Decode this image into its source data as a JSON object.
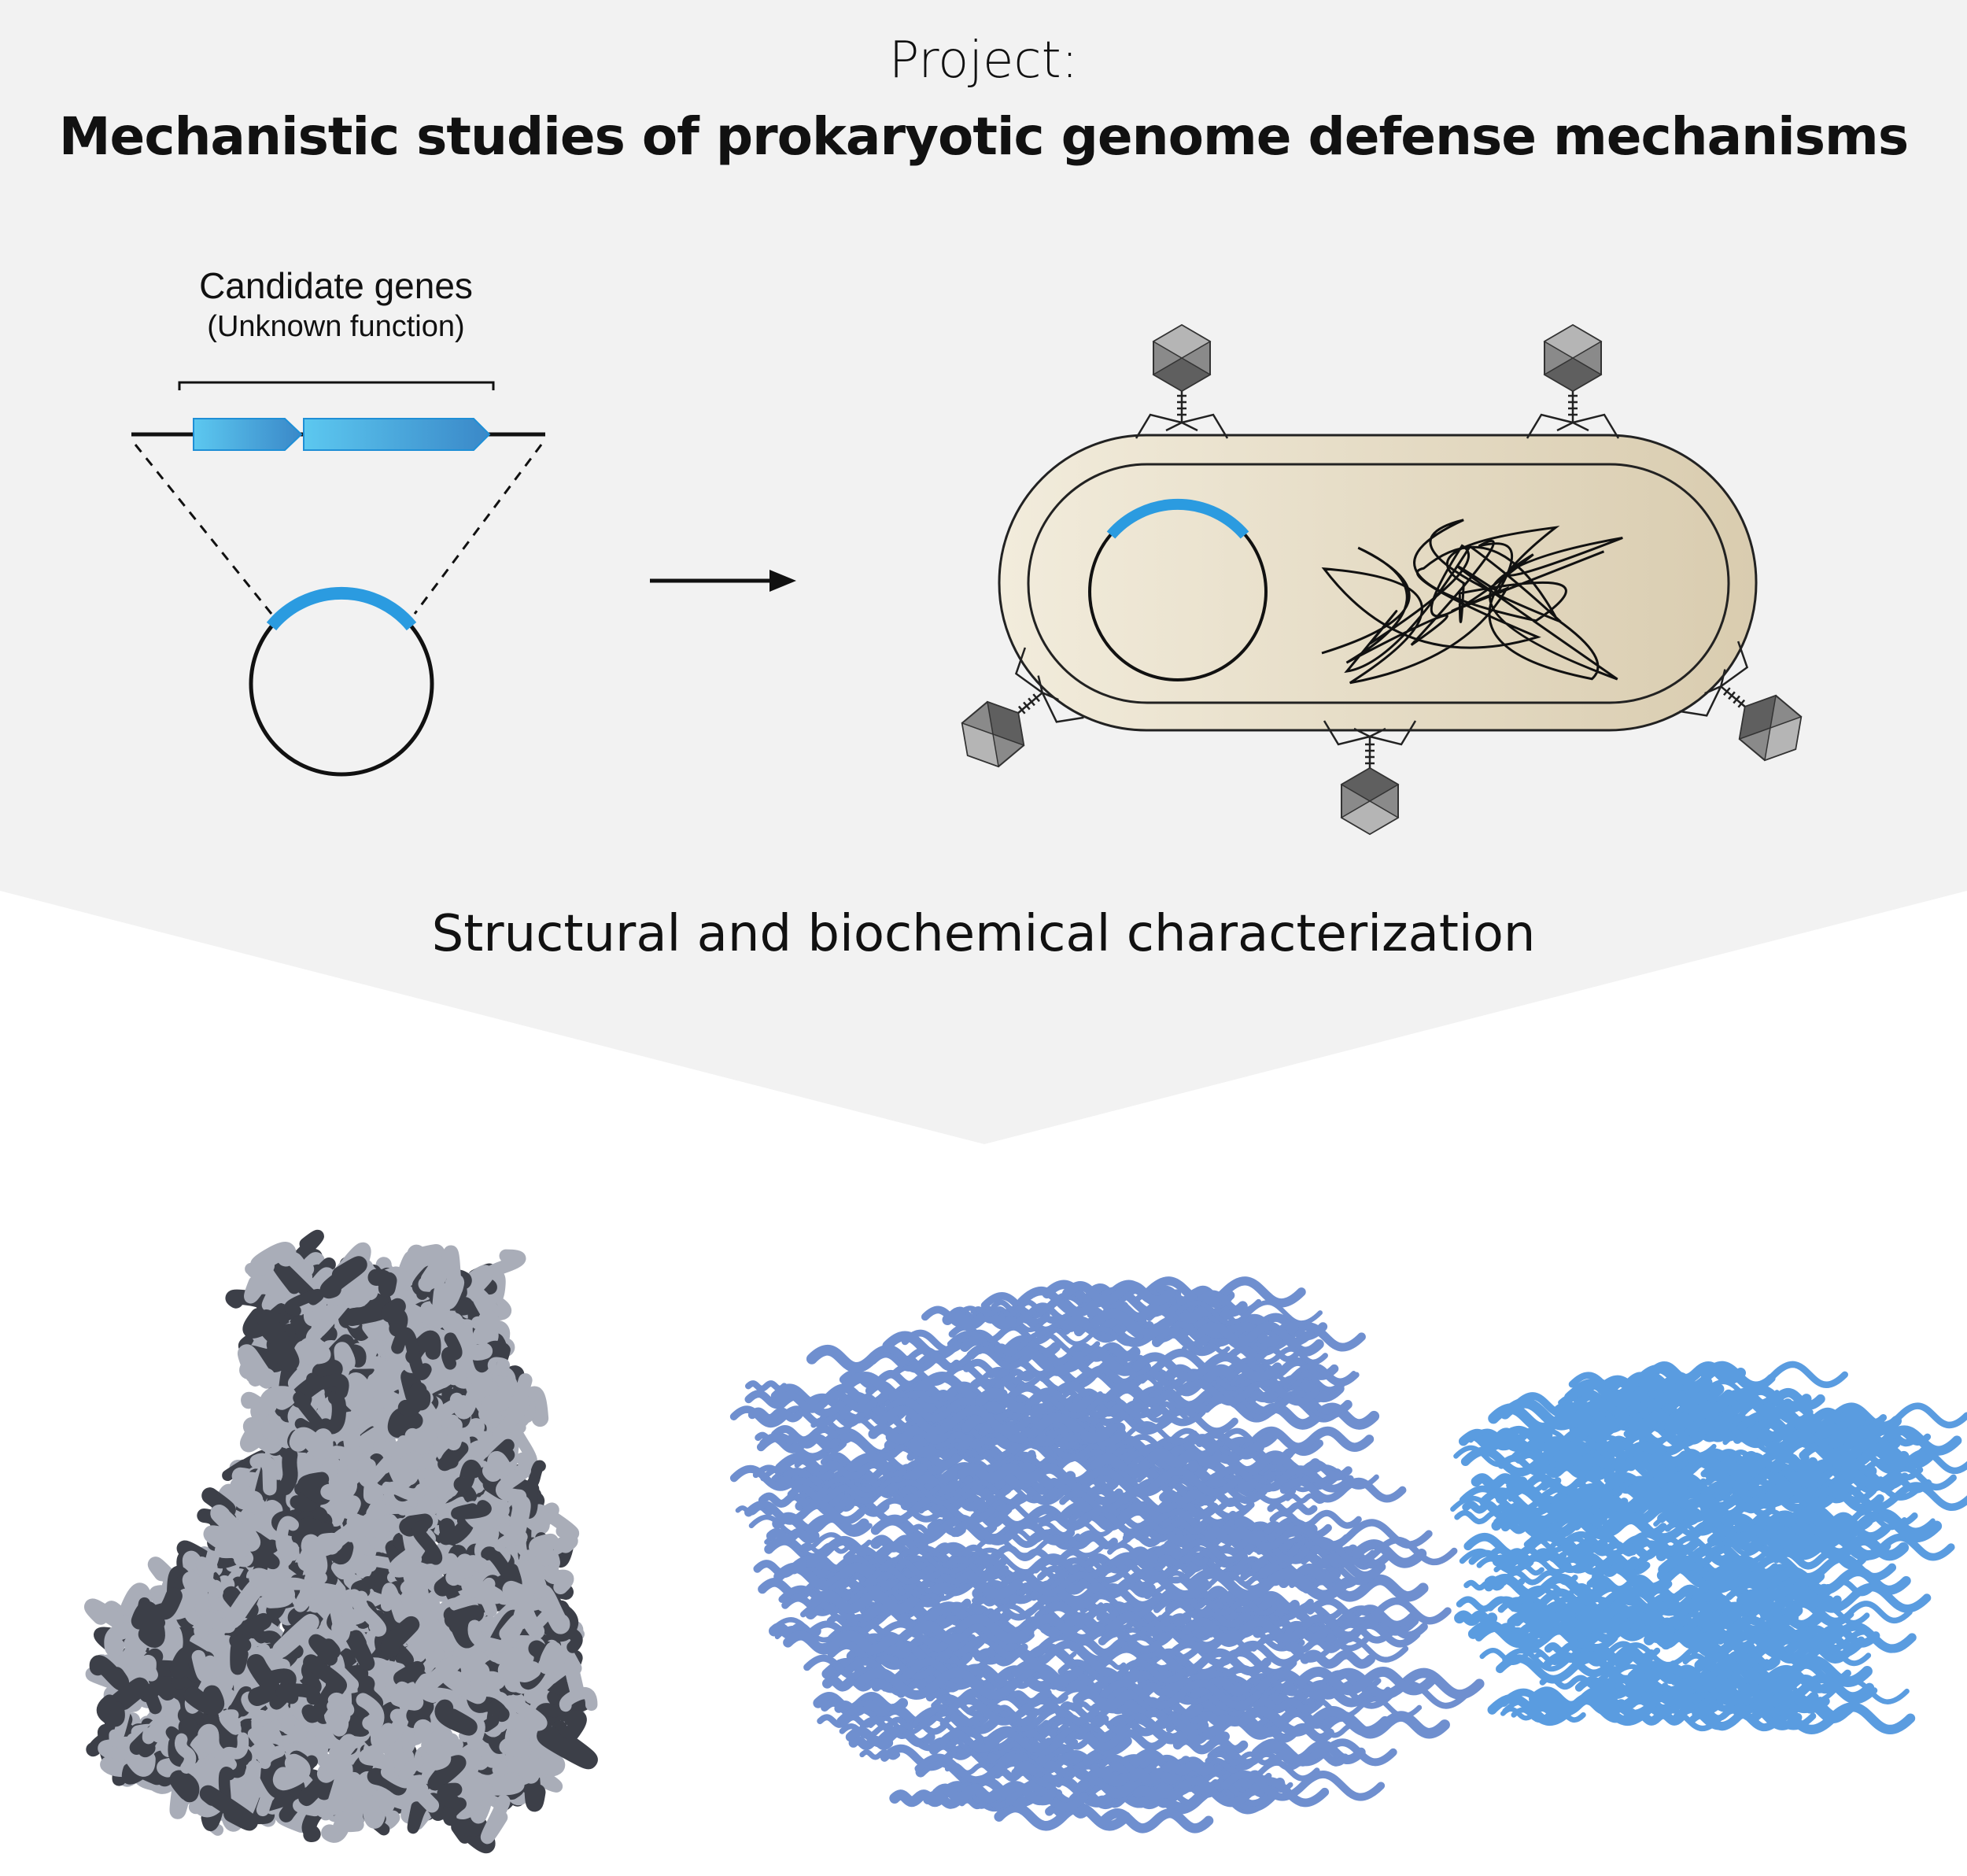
{
  "header": {
    "project_label": "Project:",
    "title": "Mechanistic studies of prokaryotic genome defense mechanisms"
  },
  "left_panel": {
    "label": "Candidate genes",
    "sublabel": "(Unknown function)"
  },
  "section": {
    "label": "Structural and biochemical characterization"
  },
  "colors": {
    "background_panel": "#f2f2f2",
    "gene_start": "#5cc8f0",
    "gene_end": "#3a88c8",
    "cell_fill": "#ece3cc",
    "phage": "#8a8a8a",
    "density_map": "#a9adb8",
    "ribbon_mid": "#6f8fcf",
    "ribbon_right": "#5a9ce0"
  }
}
